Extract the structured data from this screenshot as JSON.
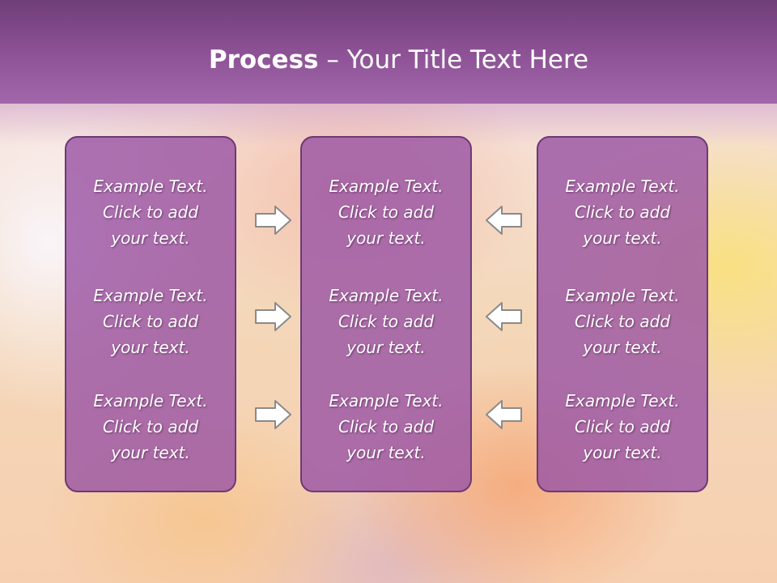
{
  "slide": {
    "title_bold": "Process",
    "title_rest": " – Your Title Text Here"
  },
  "columns": [
    {
      "cells": [
        {
          "line1": "Example Text.",
          "line2": "Click  to add",
          "line3": "your text."
        },
        {
          "line1": "Example Text.",
          "line2": "Click  to add",
          "line3": "your text."
        },
        {
          "line1": "Example Text.",
          "line2": "Click  to add",
          "line3": "your text."
        }
      ]
    },
    {
      "cells": [
        {
          "line1": "Example Text.",
          "line2": "Click  to add",
          "line3": "your text."
        },
        {
          "line1": "Example Text.",
          "line2": "Click  to add",
          "line3": "your text."
        },
        {
          "line1": "Example Text.",
          "line2": "Click  to add",
          "line3": "your text."
        }
      ]
    },
    {
      "cells": [
        {
          "line1": "Example Text.",
          "line2": "Click  to add",
          "line3": "your text."
        },
        {
          "line1": "Example Text.",
          "line2": "Click  to add",
          "line3": "your text."
        },
        {
          "line1": "Example Text.",
          "line2": "Click  to add",
          "line3": "your text."
        }
      ]
    }
  ],
  "icons": {
    "left_arrows": "arrow-right-icon",
    "right_arrows": "arrow-left-icon"
  },
  "colors": {
    "header": "#8a4f92",
    "panel": "#9b55a5",
    "panel_border": "#6c3a74",
    "text": "#ffffff"
  }
}
